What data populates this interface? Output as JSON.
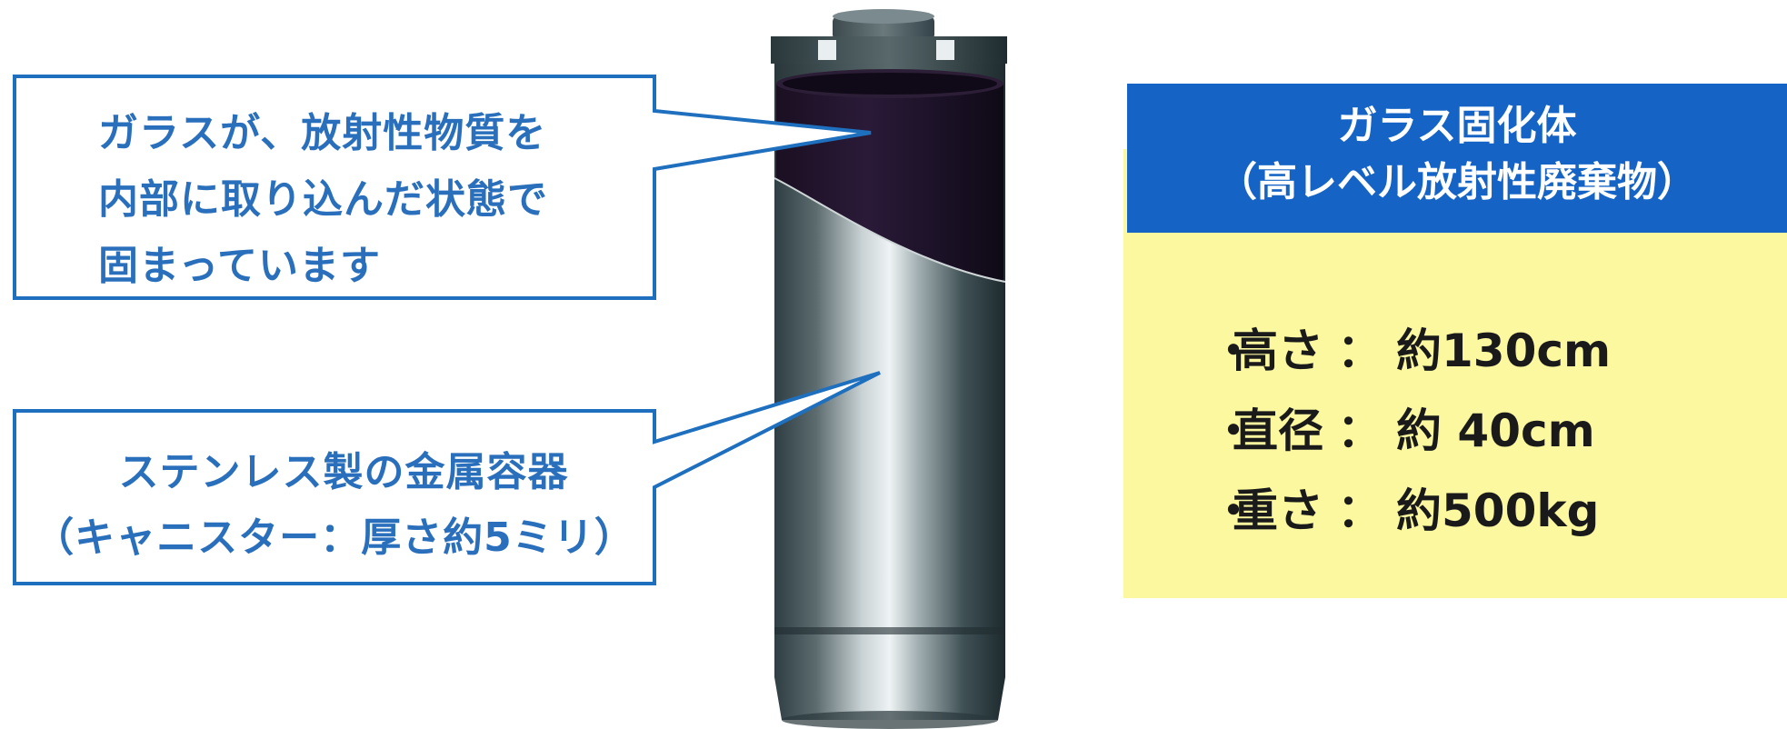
{
  "callouts": {
    "glass": {
      "lines": [
        "ガラスが、放射性物質を",
        "内部に取り込んだ状態で",
        "固まっています"
      ]
    },
    "canister": {
      "lines": [
        "ステンレス製の金属容器",
        "（キャニスター：厚さ約5ミリ）"
      ]
    }
  },
  "spec": {
    "title_line1": "ガラス固化体",
    "title_line2": "（高レベル放射性廃棄物）",
    "rows": [
      {
        "bullet": "・",
        "label": "高さ",
        "sep": "：",
        "value": "約130cm"
      },
      {
        "bullet": "・",
        "label": "直径",
        "sep": "：",
        "value": "約 40cm"
      },
      {
        "bullet": "・",
        "label": "重さ",
        "sep": "：",
        "value": "約500kg"
      }
    ]
  },
  "colors": {
    "callout_border": "#1f6fbf",
    "callout_text": "#2a6fbc",
    "header_bg": "#1463c5",
    "panel_bg": "#fbf8a0",
    "canister_steel_dark": "#2b3b40",
    "canister_steel_light": "#e8eef0",
    "glass_dark": "#1a1024"
  }
}
